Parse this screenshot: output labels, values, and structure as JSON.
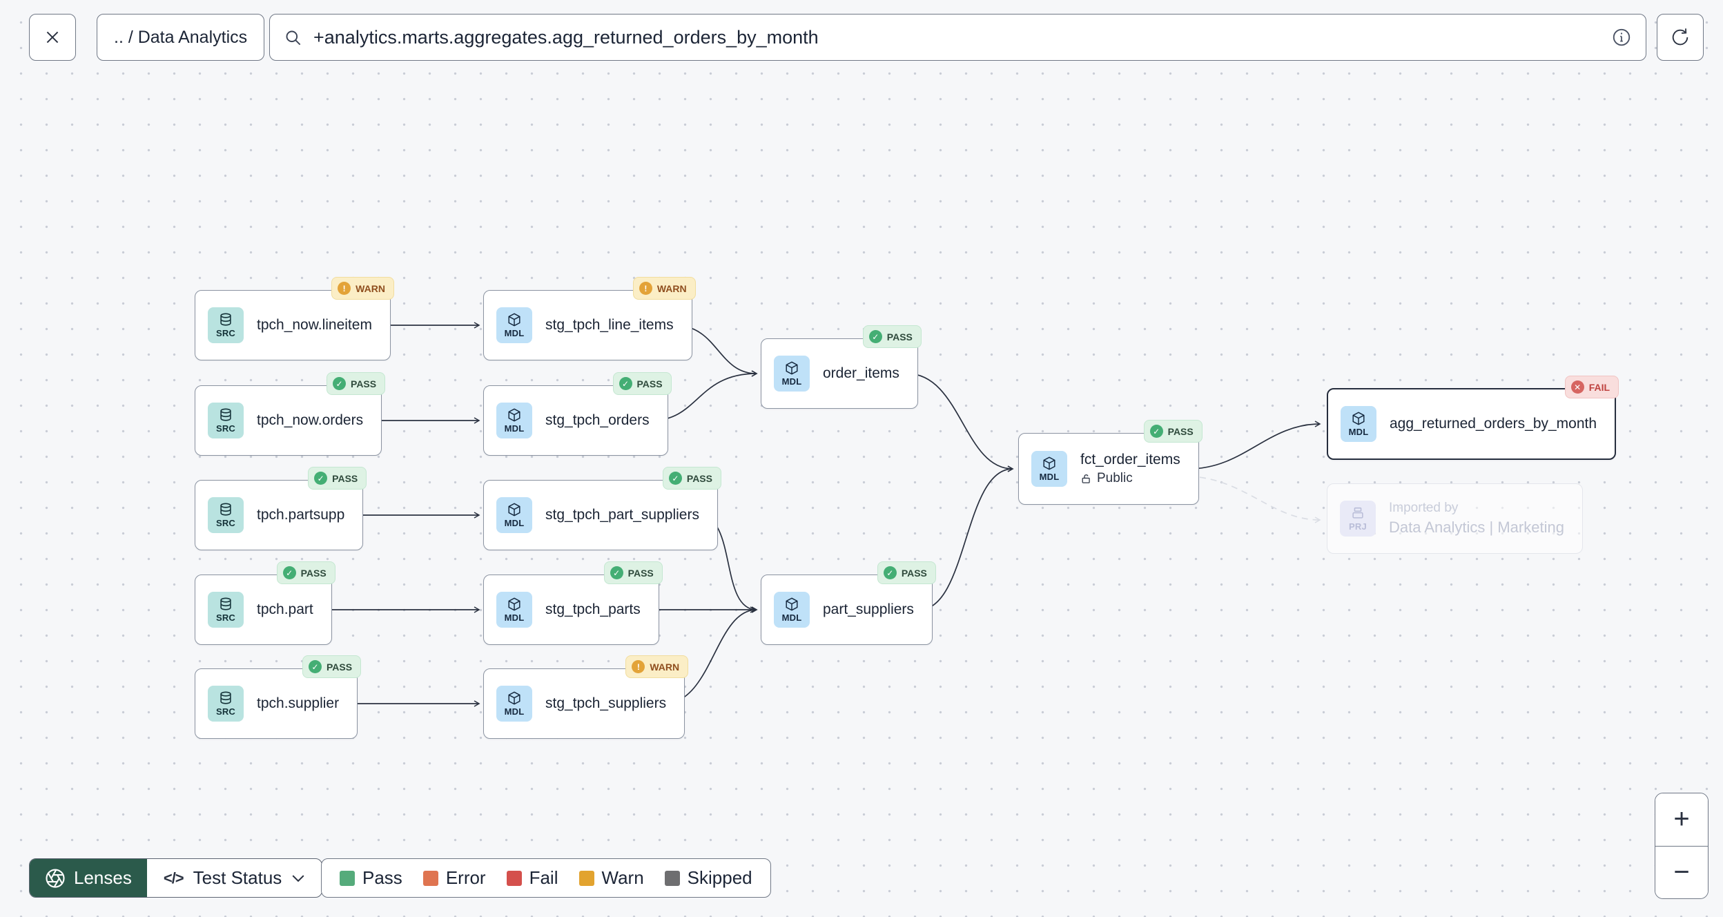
{
  "toolbar": {
    "breadcrumb": ".. / Data Analytics",
    "search_value": "+analytics.marts.aggregates.agg_returned_orders_by_month"
  },
  "nodes": [
    {
      "kind": "SRC",
      "label": "tpch_now.lineitem",
      "status": "WARN"
    },
    {
      "kind": "SRC",
      "label": "tpch_now.orders",
      "status": "PASS"
    },
    {
      "kind": "SRC",
      "label": "tpch.partsupp",
      "status": "PASS"
    },
    {
      "kind": "SRC",
      "label": "tpch.part",
      "status": "PASS"
    },
    {
      "kind": "SRC",
      "label": "tpch.supplier",
      "status": "PASS"
    },
    {
      "kind": "MDL",
      "label": "stg_tpch_line_items",
      "status": "WARN"
    },
    {
      "kind": "MDL",
      "label": "stg_tpch_orders",
      "status": "PASS"
    },
    {
      "kind": "MDL",
      "label": "stg_tpch_part_suppliers",
      "status": "PASS"
    },
    {
      "kind": "MDL",
      "label": "stg_tpch_parts",
      "status": "PASS"
    },
    {
      "kind": "MDL",
      "label": "stg_tpch_suppliers",
      "status": "WARN"
    },
    {
      "kind": "MDL",
      "label": "order_items",
      "status": "PASS"
    },
    {
      "kind": "MDL",
      "label": "part_suppliers",
      "status": "PASS"
    },
    {
      "kind": "MDL",
      "label": "fct_order_items",
      "status": "PASS",
      "visibility": "Public"
    },
    {
      "kind": "MDL",
      "label": "agg_returned_orders_by_month",
      "status": "FAIL",
      "selected": true
    }
  ],
  "ghost_node": {
    "kind": "PRJ",
    "line1": "Imported by",
    "line2": "Data Analytics | Marketing"
  },
  "controls": {
    "lenses_label": "Lenses",
    "active_lens": "Test Status"
  },
  "legend": {
    "items": [
      {
        "label": "Pass",
        "color": "#55ab7b"
      },
      {
        "label": "Error",
        "color": "#df7450"
      },
      {
        "label": "Fail",
        "color": "#d4504c"
      },
      {
        "label": "Warn",
        "color": "#e2a32f"
      },
      {
        "label": "Skipped",
        "color": "#6e6e70"
      }
    ]
  },
  "zoom_controls": {
    "zoom_in": "+",
    "zoom_out": "−"
  }
}
